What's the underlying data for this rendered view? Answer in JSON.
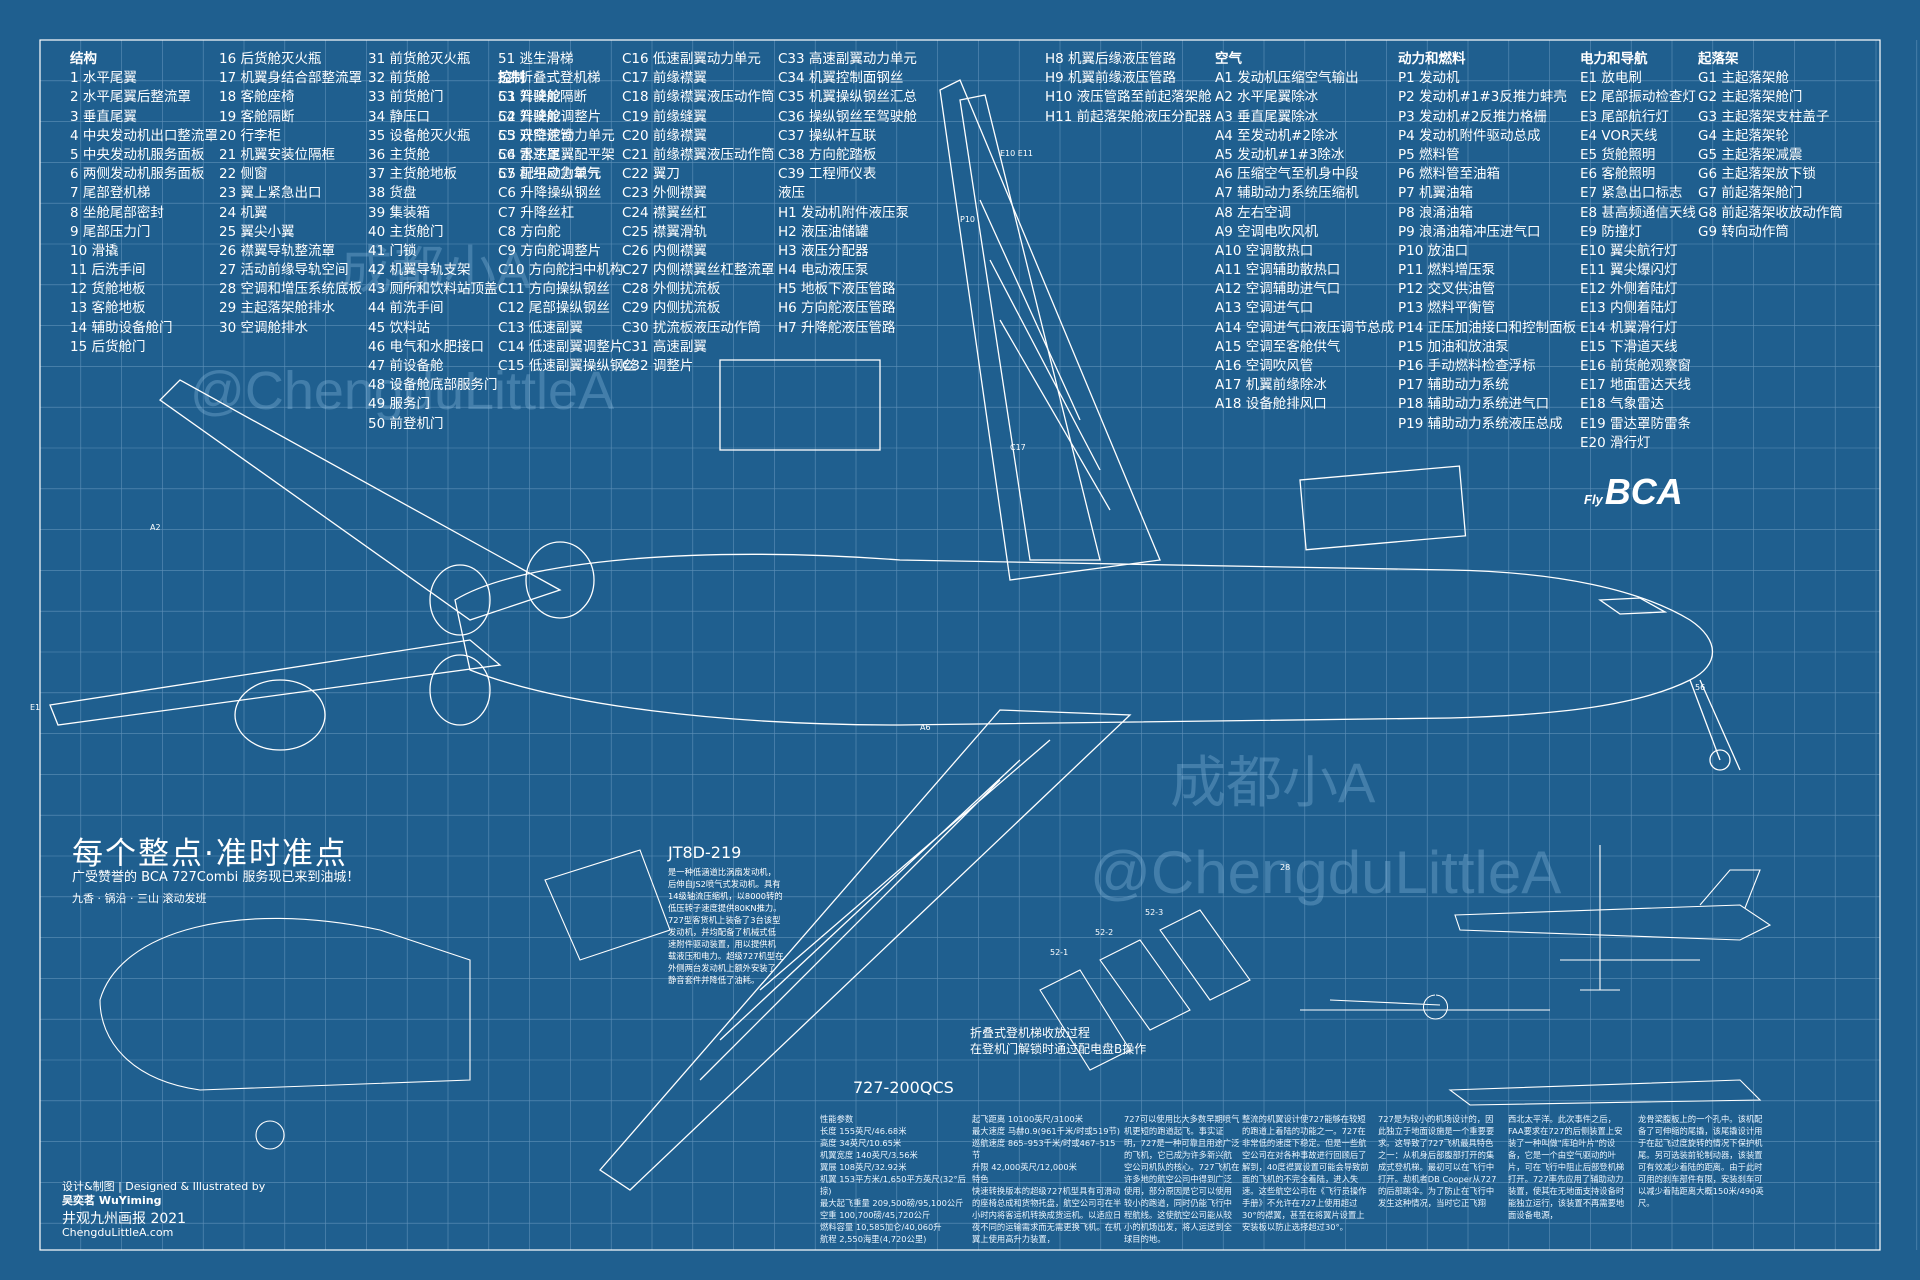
{
  "colors": {
    "background": "#1f5f8f",
    "line": "#ffffff",
    "grid": "#5f90b8"
  },
  "legend": {
    "structure": {
      "col1": [
        "结构",
        "1 水平尾翼",
        "2 水平尾翼后整流罩",
        "3 垂直尾翼",
        "4 中央发动机出口整流罩",
        "5 中央发动机服务面板",
        "6 两侧发动机服务面板",
        "7 尾部登机梯",
        "8 坐舱尾部密封",
        "9 尾部压力门",
        "10 滑撬",
        "11 后洗手间",
        "12 货舱地板",
        "13 客舱地板",
        "14 辅助设备舱门",
        "15 后货舱门"
      ],
      "col2": [
        "16 后货舱灭火瓶",
        "17 机翼身结合部整流罩",
        "18 客舱座椅",
        "19 客舱隔断",
        "20 行李柜",
        "21 机翼安装位隔框",
        "22 侧窗",
        "23 翼上紧急出口",
        "24 机翼",
        "25 翼尖小翼",
        "26 襟翼导轨整流罩",
        "27 活动前缘导轨空间",
        "28 空调和增压系统底板",
        "29 主起落架舱排水",
        "30 空调舱排水"
      ],
      "col3": [
        "31 前货舱灭火瓶",
        "32 前货舱",
        "33 前货舱门",
        "34 静压口",
        "35 设备舱灭火瓶",
        "36 主货舱",
        "37 主货舱地板",
        "38 货盘",
        "39 集装箱",
        "40 主货舱门",
        "41 门锁",
        "42 机翼导轨支架",
        "43 厕所和饮料站顶盖",
        "44 前洗手间",
        "45 饮料站",
        "46 电气和水肥接口",
        "47 前设备舱",
        "48 设备舱底部服务门",
        "49 服务门",
        "50 前登机门"
      ],
      "col4": [
        "51 逃生滑梯",
        "52 折叠式登机梯",
        "53 驾驶舱隔断",
        "54 驾驶舱",
        "55 双空速管",
        "56 雷达罩",
        "57 机组应急氧气"
      ]
    },
    "control": [
      "控制",
      "C1 升降舵",
      "C2 升降舵调整片",
      "C3 升降舵动力单元",
      "C4 水平尾翼配平架",
      "C5 配平动力单元",
      "C6 升降操纵钢丝",
      "C7 升降丝杠",
      "C8 方向舵",
      "C9 方向舵调整片",
      "C10 方向舵扫中机构",
      "C11 方向操纵钢丝",
      "C12 尾部操纵钢丝",
      "C13 低速副翼",
      "C14 低速副翼调整片",
      "C15 低速副翼操纵钢丝"
    ],
    "control2": [
      "C16 低速副翼动力单元",
      "C17 前缘襟翼",
      "C18 前缘襟翼液压动作筒",
      "C19 前缘缝翼",
      "C20 前缘襟翼",
      "C21 前缘襟翼液压动作筒",
      "C22 翼刀",
      "C23 外侧襟翼",
      "C24 襟翼丝杠",
      "C25 襟翼滑轨",
      "C26 内侧襟翼",
      "C27 内侧襟翼丝杠整流罩",
      "C28 外侧扰流板",
      "C29 内侧扰流板",
      "C30 扰流板液压动作筒",
      "C31 高速副翼",
      "C32 调整片"
    ],
    "control3": [
      "C33 高速副翼动力单元",
      "C34 机翼控制面钢丝",
      "C35 机翼操纵钢丝汇总",
      "C36 操纵钢丝至驾驶舱",
      "C37 操纵杆互联",
      "C38 方向舵踏板",
      "C39 工程师仪表",
      "液压",
      "H1 发动机附件液压泵",
      "H2 液压油储罐",
      "H3 液压分配器",
      "H4 电动液压泵",
      "H5 地板下液压管路",
      "H6 方向舵液压管路",
      "H7 升降舵液压管路"
    ],
    "hydraulic2": [
      "H8 机翼后缘液压管路",
      "H9 机翼前缘液压管路",
      "H10 液压管路至前起落架舱",
      "H11 前起落架舱液压分配器"
    ],
    "air": [
      "空气",
      "A1 发动机压缩空气输出",
      "A2 水平尾翼除冰",
      "A3 垂直尾翼除冰",
      "A4 至发动机#2除冰",
      "A5 发动机#1#3除冰",
      "A6 压缩空气至机身中段",
      "A7 辅助动力系统压缩机",
      "A8 左右空调",
      "A9 空调电吹风机",
      "A10 空调散热口",
      "A11 空调辅助散热口",
      "A12 空调辅助进气口",
      "A13 空调进气口",
      "A14 空调进气口液压调节总成",
      "A15 空调至客舱供气",
      "A16 空调吹风管",
      "A17 机翼前缘除冰",
      "A18 设备舱排风口"
    ],
    "power": [
      "动力和燃料",
      "P1 发动机",
      "P2 发动机#1#3反推力蚌壳",
      "P3 发动机#2反推力格栅",
      "P4 发动机附件驱动总成",
      "P5 燃料管",
      "P6 燃料管至油箱",
      "P7 机翼油箱",
      "P8 浪涌油箱",
      "P9 浪涌油箱冲压进气口",
      "P10 放油口",
      "P11 燃料增压泵",
      "P12 交叉供油管",
      "P13 燃料平衡管",
      "P14 正压加油接口和控制面板",
      "P15 加油和放油泵",
      "P16 手动燃料检查浮标",
      "P17 辅助动力系统",
      "P18 辅助动力系统进气口",
      "P19 辅助动力系统液压总成"
    ],
    "electric": [
      "电力和导航",
      "E1 放电刷",
      "E2 尾部振动检查灯",
      "E3 尾部航行灯",
      "E4 VOR天线",
      "E5 货舱照明",
      "E6 客舱照明",
      "E7 紧急出口标志",
      "E8 甚高频通信天线",
      "E9 防撞灯",
      "E10 翼尖航行灯",
      "E11 翼尖爆闪灯",
      "E12 外侧着陆灯",
      "E13 内侧着陆灯",
      "E14 机翼滑行灯",
      "E15 下滑道天线",
      "E16 前货舱观察窗",
      "E17 地面雷达天线",
      "E18 气象雷达",
      "E19 雷达罩防雷条",
      "E20 滑行灯"
    ],
    "gear": [
      "起落架",
      "G1 主起落架舱",
      "G2 主起落架舱门",
      "G3 主起落架支柱盖子",
      "G4 主起落架轮",
      "G5 主起落架减震",
      "G6 主起落架放下锁",
      "G7 前起落架舱门",
      "G8 前起落架收放动作筒",
      "G9 转向动作筒"
    ]
  },
  "watermarks": {
    "cn": "成都小A",
    "en": "@ChengduLittleA"
  },
  "slogan": {
    "title": "每个整点·准时准点",
    "subtitle": "广受赞誉的 BCA 727Combi 服务现已来到油城！",
    "routes": "九香 · 锅沿 · 三山 滚动发班"
  },
  "engine": {
    "title": "JT8D-219",
    "text": "是一种低涵道比涡扇发动机，后伸自JS2喷气式发动机。具有14级轴流压缩机，以8000转的低压转子速度提供80KN推力。727型客货机上装备了3台该型发动机，并均配备了机械式低速附件驱动装置，用以提供机载液压和电力。超级727机型在外侧两台发动机上额外安装了静音套件并降低了油耗。"
  },
  "stairs_caption": {
    "line1": "折叠式登机梯收放过程",
    "line2": "在登机门解锁时通过配电盘B操作"
  },
  "model": "727-200QCS",
  "logo": {
    "fly": "Fly",
    "name": "BCA"
  },
  "credits": {
    "line1": "设计&制图 | Designed & Illustrated by",
    "line2": "吴奕茗 WuYiming",
    "line3": "井观九州画报 2021",
    "line4": "ChengduLittleA.com"
  },
  "specs": {
    "col1": [
      "性能参数",
      "长度 155英尺/46.68米",
      "高度 34英尺/10.65米",
      "机翼宽度 140英尺/3.56米",
      "翼展 108英尺/32.92米",
      "机翼 153平方米/1,650平方英尺(32°后掠)",
      "最大起飞重量 209,500磅/95,100公斤",
      "空重 100,700磅/45,720公斤",
      "燃料容量 10,585加仑/40,060升",
      "航程 2,550海里(4,720公里)"
    ],
    "col2": [
      "起飞距离 10100英尺/3100米",
      "最大速度 马赫0.9(961千米/时或519节)",
      "巡航速度 865–953千米/时或467–515节",
      "升限 42,000英尺/12,000米",
      "特色",
      "快速转换版本的超级727机型具有可滑动的座椅总成和货物托盘，航空公司可在半小时内将客运机转换成货运机。以适应日夜不同的运输需求而无需更换飞机。在机翼上使用高升力装置，"
    ],
    "col3": [
      "727可以使用比大多数早期喷气机更短的跑道起飞。事实证明，727是一种可靠且用途广泛的飞机，它已成为许多新兴航空公司机队的核心。727飞机在许多地的航空公司中得到广泛使用，部分原因是它可以使用较小的跑道，同时仍能飞行中程航线。这使航空公司能从较小的机场出发，将人运送到全球目的地。"
    ],
    "col4": [
      "整流的机翼设计使727能够在较短的跑道上着陆的功能之一。727在非常低的速度下稳定。但是一些航空公司在对各种事故进行回顾后了解到，40度襟翼设置可能会导致前面的飞机的不完全着陆，进入失速。这些航空公司在《飞行员操作手册》不允许在727上使用超过30°的襟翼，甚至在将翼片设置上安装板以防止选择超过30°。"
    ],
    "col5": [
      "727是为较小的机场设计的，因此独立于地面设施是一个重要要求。这导致了727飞机最具特色之一：从机身后部腹部打开的集成式登机梯。最初可以在飞行中打开。劫机者DB Cooper从727的后部跳伞。为了防止在飞行中发生这种情况，当时它正飞翔"
    ],
    "col6": [
      "西北太平洋。此次事件之后，FAA要求在727的后侧装置上安装了一种叫做\"库珀叶片\"的设备，它是一个由空气驱动的叶片，可在飞行中阻止后部登机梯打开。727率先应用了辅助动力装置，使其在无地面支持设备时能独立运行，该装置不再需要地面设备电源，"
    ],
    "col7": [
      "龙骨梁腹板上的一个孔中。该机配备了可伸缩的尾撬，该尾撬设计用于在起飞过度旋转的情况下保护机尾。另可选装前轮制动器，该装置可有效减少着陆的距离。由于此时可用的刹车部件有限，安装刹车可以减少着陆距离大概150米/490英尺。"
    ]
  }
}
